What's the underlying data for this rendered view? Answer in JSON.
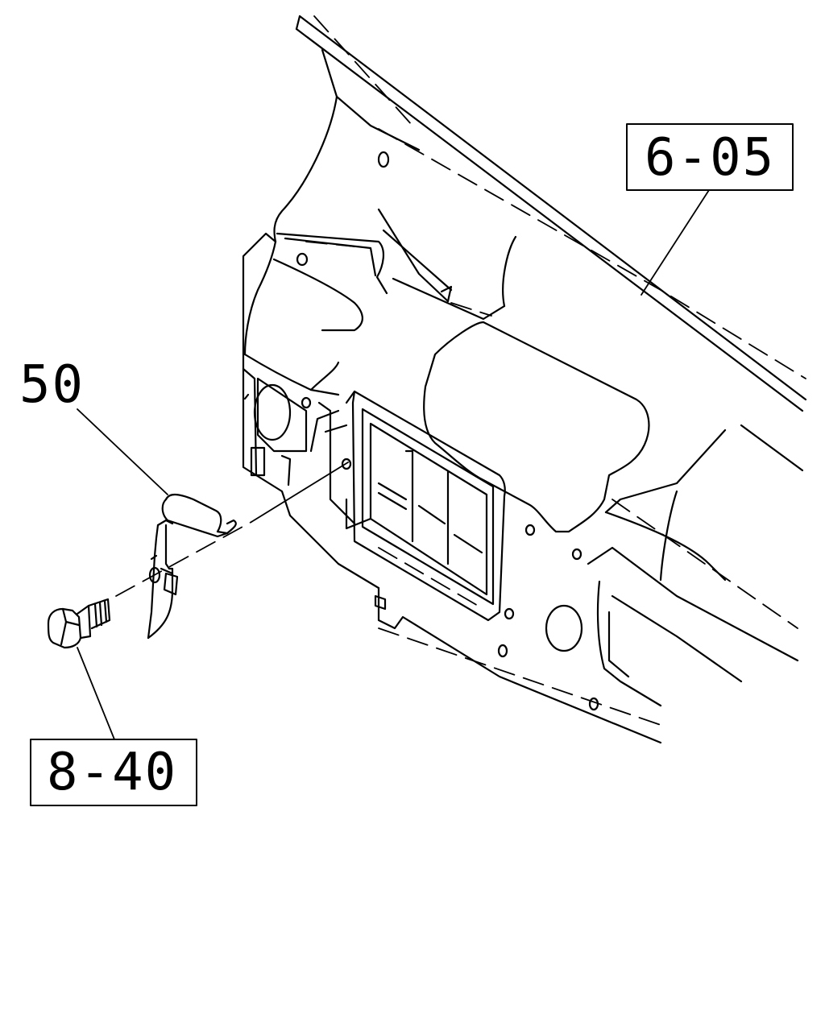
{
  "labels": {
    "ref_panel": "6-05",
    "ref_bolt": "8-40",
    "part_bracket": "50"
  }
}
